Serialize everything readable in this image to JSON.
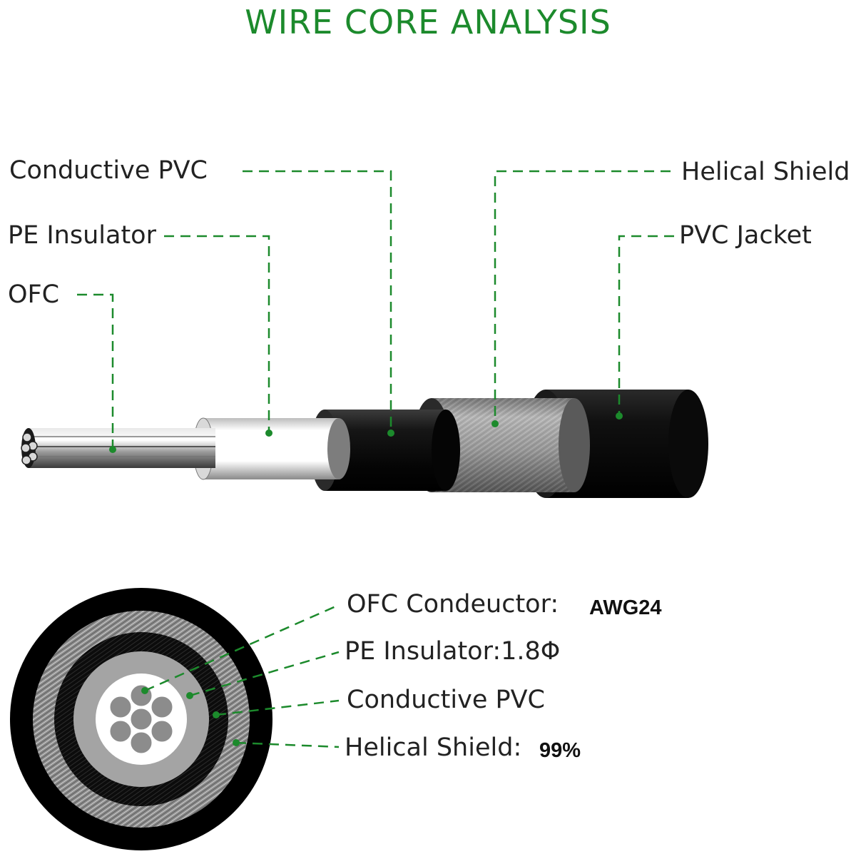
{
  "title": "WIRE CORE ANALYSIS",
  "accent_color": "#1c8a2c",
  "side_view": {
    "labels": {
      "conductive_pvc": "Conductive PVC",
      "pe_insulator": "PE Insulator",
      "ofc": "OFC",
      "helical_shield": "Helical Shield",
      "pvc_jacket": "PVC Jacket"
    }
  },
  "cross_section": {
    "rows": [
      {
        "label": "OFC Condeuctor:",
        "value": "AWG24"
      },
      {
        "label": "PE Insulator:1.8Φ",
        "value": ""
      },
      {
        "label": "Conductive PVC",
        "value": ""
      },
      {
        "label": "Helical Shield:",
        "value": "99%"
      }
    ]
  }
}
